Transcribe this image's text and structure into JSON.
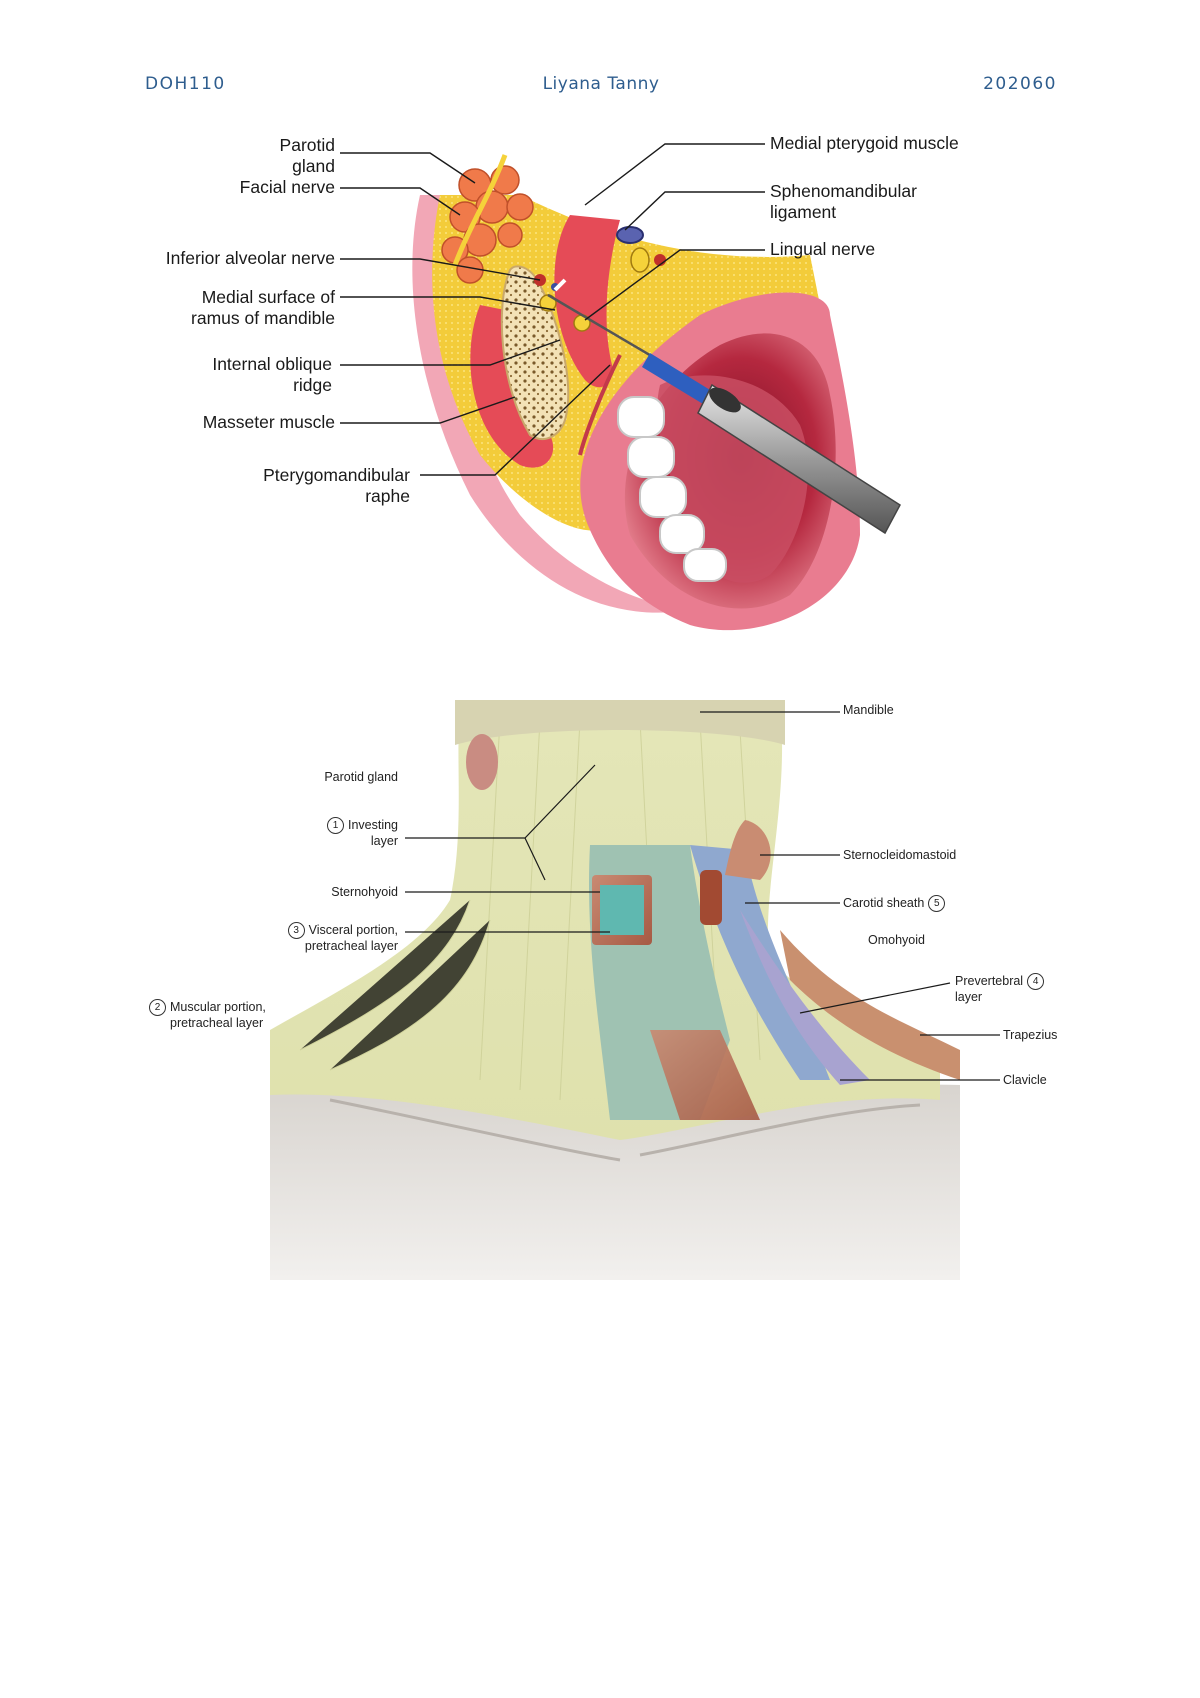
{
  "header": {
    "course_code": "DOH110",
    "author": "Liyana Tanny",
    "date_code": "202060"
  },
  "figure_injection": {
    "labels": {
      "parotid_gland": [
        "Parotid",
        "gland"
      ],
      "facial_nerve": "Facial nerve",
      "inferior_alveolar_nerve": "Inferior alveolar nerve",
      "medial_surface_ramus": [
        "Medial surface of",
        "ramus of mandible"
      ],
      "internal_oblique_ridge": [
        "Internal oblique",
        "ridge"
      ],
      "masseter_muscle": "Masseter muscle",
      "pterygomandibular_raphe": [
        "Pterygomandibular",
        "raphe"
      ],
      "medial_pterygoid_muscle": "Medial pterygoid muscle",
      "sphenomandibular_ligament": [
        "Sphenomandibular",
        "ligament"
      ],
      "lingual_nerve": "Lingual nerve"
    }
  },
  "figure_neck": {
    "labels": {
      "mandible": "Mandible",
      "parotid_gland": "Parotid gland",
      "investing_layer": {
        "num": "1",
        "lines": [
          "Investing",
          "layer"
        ]
      },
      "sternocleidomastoid": "Sternocleidomastoid",
      "sternohyoid": "Sternohyoid",
      "carotid_sheath": {
        "num": "5",
        "text": "Carotid sheath"
      },
      "visceral_portion": {
        "num": "3",
        "lines": [
          "Visceral portion,",
          "pretracheal layer"
        ]
      },
      "omohyoid": "Omohyoid",
      "prevertebral_layer": {
        "num": "4",
        "lines": [
          "Prevertebral",
          "layer"
        ]
      },
      "muscular_portion": {
        "num": "2",
        "lines": [
          "Muscular portion,",
          "pretracheal layer"
        ]
      },
      "trapezius": "Trapezius",
      "clavicle": "Clavicle"
    }
  }
}
